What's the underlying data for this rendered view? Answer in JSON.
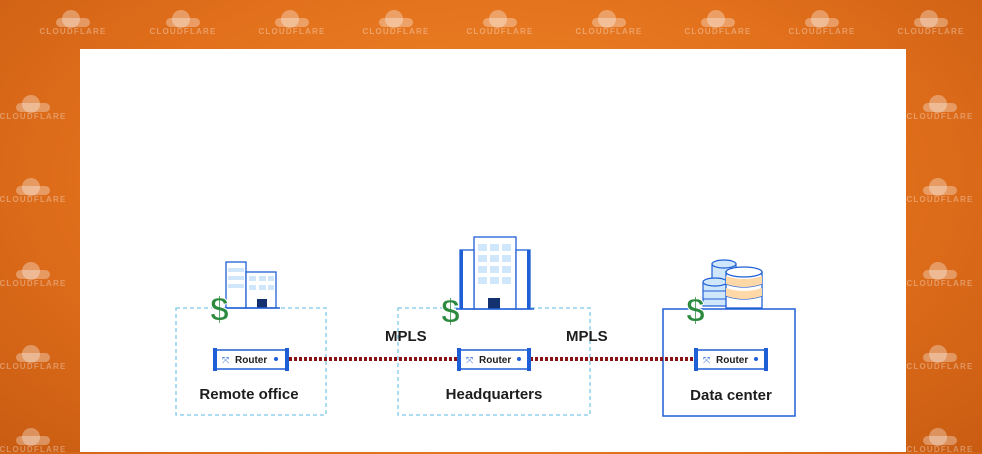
{
  "watermark": {
    "text": "CLOUDFLARE"
  },
  "diagram": {
    "connections": [
      {
        "label": "MPLS",
        "from": "Remote office",
        "to": "Headquarters"
      },
      {
        "label": "MPLS",
        "from": "Headquarters",
        "to": "Data center"
      }
    ],
    "nodes": [
      {
        "id": "remote",
        "name": "Remote office",
        "device": "Router",
        "icon": "office-building-icon",
        "cost_icon": "dollar-icon"
      },
      {
        "id": "hq",
        "name": "Headquarters",
        "device": "Router",
        "icon": "headquarters-building-icon",
        "cost_icon": "dollar-icon"
      },
      {
        "id": "dc",
        "name": "Data center",
        "device": "Router",
        "icon": "database-icon",
        "cost_icon": "dollar-icon"
      }
    ],
    "colors": {
      "accent_blue": "#1f5fd6",
      "light_blue": "#cfe6fb",
      "dashed_box": "#7ec8e8",
      "mpls_line": "#8a1414",
      "dollar_green": "#2b8a3e",
      "orange_bg": "#e2701c"
    },
    "dollar_symbol": "$"
  }
}
